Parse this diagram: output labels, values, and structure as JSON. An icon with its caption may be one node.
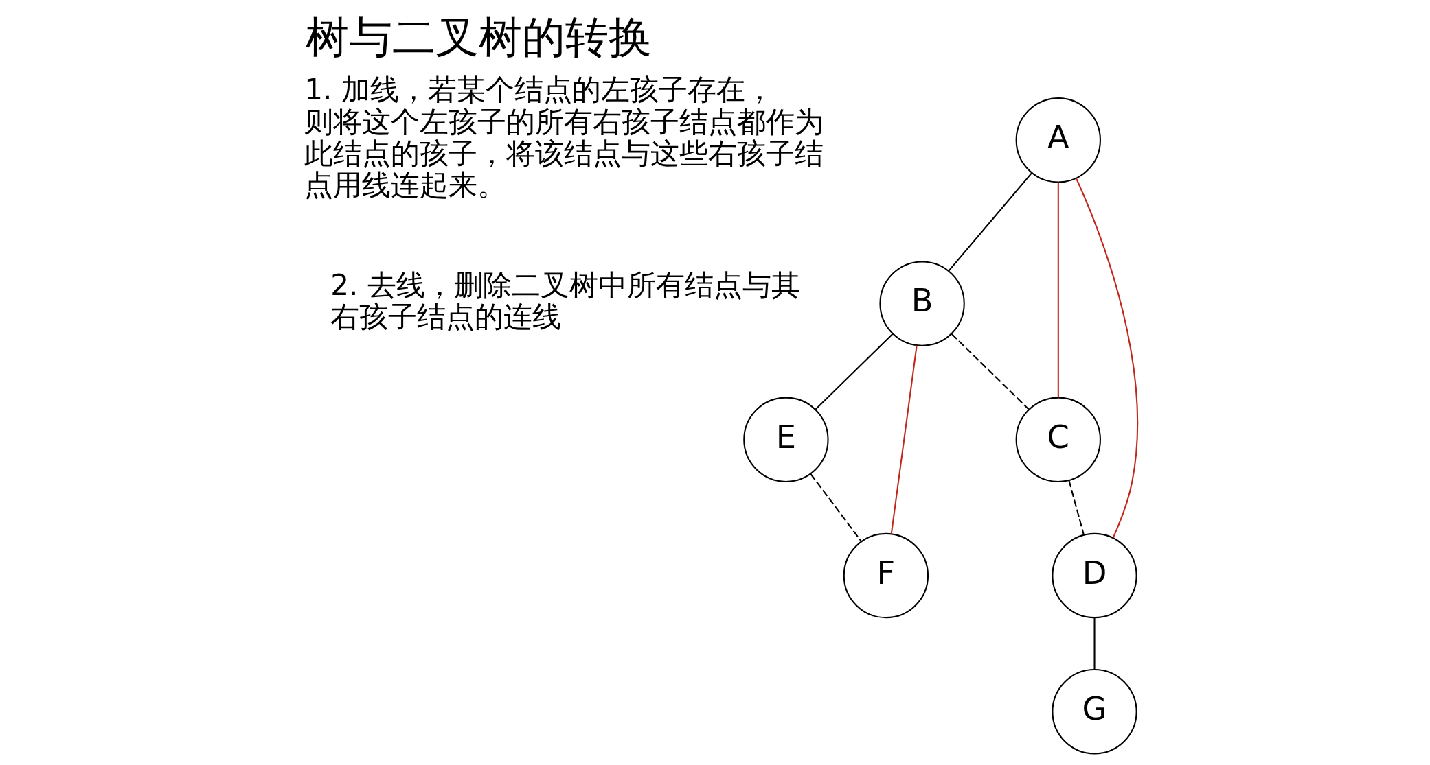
{
  "diagram": {
    "title": "树与二叉树的转换",
    "nodes": [
      {
        "text": [
          "A"
        ]
      },
      {
        "text": [
          "B"
        ]
      },
      {
        "text": [
          "E"
        ]
      },
      {
        "text": [
          "C"
        ]
      },
      {
        "text": [
          "F"
        ]
      },
      {
        "text": [
          "D"
        ]
      },
      {
        "text": [
          "G"
        ]
      }
    ],
    "edges": [
      {
        "from": 0,
        "to": 1,
        "arrow": "none"
      },
      {
        "from": 0,
        "to": 3,
        "arrow": "none",
        "color": "#c0281e"
      },
      {
        "from": 0,
        "to": 5,
        "arrow": "none",
        "color": "#c0281e"
      },
      {
        "from": 1,
        "to": 2,
        "arrow": "none"
      },
      {
        "from": 1,
        "to": 4,
        "arrow": "none",
        "color": "#c0281e"
      },
      {
        "from": 1,
        "to": 3,
        "arrow": "none",
        "style": "dashed"
      },
      {
        "from": 2,
        "to": 4,
        "arrow": "none",
        "style": "dashed"
      },
      {
        "from": 3,
        "to": 5,
        "arrow": "none",
        "style": "dashed"
      },
      {
        "from": 5,
        "to": 6,
        "arrow": "none"
      }
    ],
    "labels": [
      "1. 加线，若某个结点的左孩子存在，则将这个左孩子的所有右孩子结点都作为此结点的孩子，将该结点与这些右孩子结点用线连起来。",
      "2. 去线，删除二叉树中所有结点与其右孩子结点的连线"
    ]
  }
}
